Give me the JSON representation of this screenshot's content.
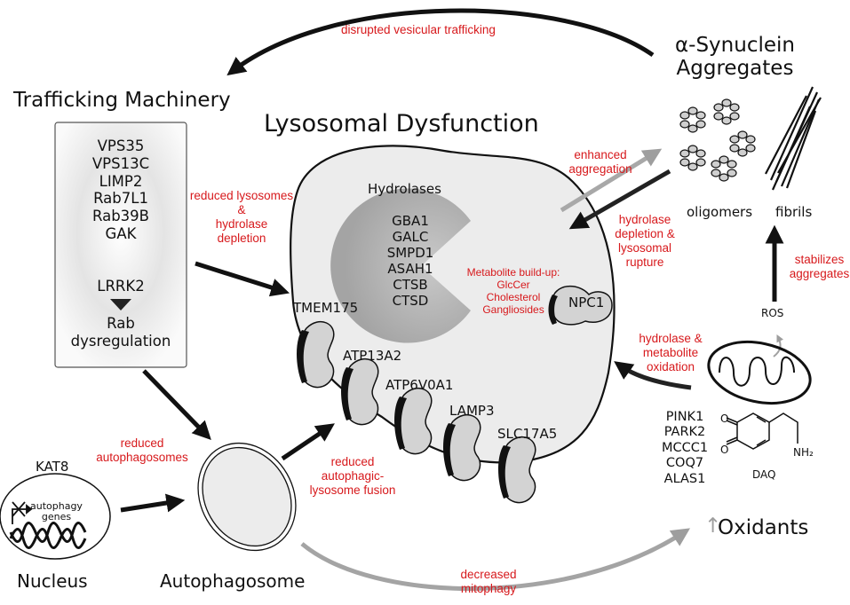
{
  "titles": {
    "main": "Lysosomal Dysfunction",
    "trafficking": "Trafficking Machinery",
    "synuclein": "α-Synuclein\nAggregates",
    "nucleus": "Nucleus",
    "autophagosome": "Autophagosome",
    "oxidants": "Oxidants",
    "oxidants_arrow": "↑"
  },
  "trafficking_box": {
    "genes": "VPS35\nVPS13C\nLIMP2\nRab7L1\nRab39B\nGAK",
    "lrrk2": "LRRK2",
    "rab": "Rab\ndysregulation"
  },
  "hydrolases": {
    "label": "Hydrolases",
    "genes": "GBA1\nGALC\nSMPD1\nASAH1\nCTSB\nCTSD"
  },
  "membrane_proteins": [
    "TMEM175",
    "ATP13A2",
    "ATP6V0A1",
    "LAMP3",
    "SLC17A5",
    "NPC1"
  ],
  "metabolite": "Metabolite build-up:\nGlcCer\nCholesterol\nGangliosides",
  "aggregates": {
    "oligomers": "oligomers",
    "fibrils": "fibrils"
  },
  "mito": {
    "ros": "ROS",
    "genes": "PINK1\nPARK2\nMCCC1\nCOQ7\nALAS1",
    "daq": "DAQ",
    "nh2": "NH₂",
    "o": "O"
  },
  "nucleus": {
    "kat8": "KAT8",
    "genes": "autophagy\ngenes"
  },
  "edge_labels": {
    "disrupted_trafficking": "disrupted vesicular trafficking",
    "reduced_lysosomes": "reduced lysosomes\n&\nhydrolase\ndepletion",
    "enhanced_aggregation": "enhanced\naggregation",
    "hydrolase_rupture": "hydrolase\ndepletion &\nlysosomal\nrupture",
    "stabilizes": "stabilizes\naggregates",
    "oxidation": "hydrolase &\nmetabolite\noxidation",
    "reduced_autophagosomes": "reduced\nautophagosomes",
    "reduced_fusion": "reduced\nautophagic-\nlysosome fusion",
    "decreased_mitophagy": "decreased\nmitophagy"
  },
  "colors": {
    "label_red": "#d7191c",
    "lysosome_fill": "#ececec",
    "hydrolase_gray": "#a9a9a9",
    "arrow_gray": "#a0a0a0"
  }
}
